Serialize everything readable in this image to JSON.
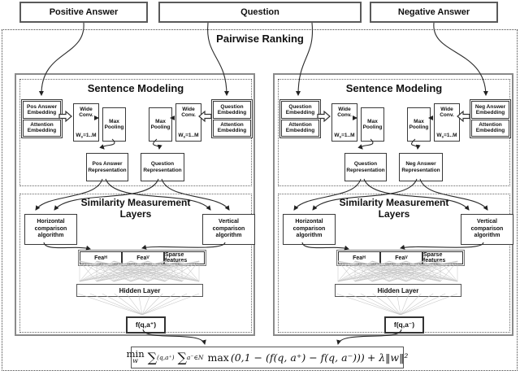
{
  "top_boxes": {
    "positive": "Positive Answer",
    "question": "Question",
    "negative": "Negative Answer"
  },
  "container": {
    "title": "Pairwise Ranking"
  },
  "panels": [
    {
      "sm_title": "Sentence Modeling",
      "stack_left": {
        "top": "Pos Answer Embedding",
        "bottom": "Attention Embedding"
      },
      "stack_right": {
        "top": "Question Embedding",
        "bottom": "Attention Embedding"
      },
      "conv": {
        "label": "Wide Conv.",
        "w": "W",
        "w_sub": "s",
        "w_rest": "=1..M"
      },
      "pool": "Max Pooling",
      "rep_left": "Pos Answer Representation",
      "rep_right": "Question Representation",
      "sim_title_line1": "Similarity Measurement",
      "sim_title_line2": "Layers",
      "horizontal": "Horizontal comparison algorithm",
      "vertical": "Vertical comparison algorithm",
      "fea_h_base": "Fea",
      "fea_h_sub": "H",
      "fea_v_base": "Fea",
      "fea_v_sub": "V",
      "sparse": "Sparse features",
      "hidden": "Hidden Layer",
      "score": "f(q,a⁺)"
    },
    {
      "sm_title": "Sentence Modeling",
      "stack_left": {
        "top": "Question Embedding",
        "bottom": "Attention Embedding"
      },
      "stack_right": {
        "top": "Neg Answer Embedding",
        "bottom": "Attention Embedding"
      },
      "conv": {
        "label": "Wide Conv.",
        "w": "W",
        "w_sub": "s",
        "w_rest": "=1..M"
      },
      "pool": "Max Pooling",
      "rep_left": "Question Representation",
      "rep_right": "Neg Answer Representation",
      "sim_title_line1": "Similarity Measurement",
      "sim_title_line2": "Layers",
      "horizontal": "Horizontal comparison algorithm",
      "vertical": "Vertical comparison algorithm",
      "fea_h_base": "Fea",
      "fea_h_sub": "H",
      "fea_v_base": "Fea",
      "fea_v_sub": "V",
      "sparse": "Sparse features",
      "hidden": "Hidden Layer",
      "score": "f(q,a⁻)"
    }
  ],
  "objective": {
    "min": "min",
    "min_sub": "w",
    "sum_symbol": "∑",
    "sum1_sub": "(q,a⁺)",
    "sum2_sub": "a⁻∈N",
    "max_label": "max",
    "max_args": "(0,1 − (f(q, a⁺) − f(q, a⁻)))",
    "tail": "+ λ‖w‖²"
  },
  "colors": {
    "box_border": "#3a3a3a",
    "panel_border": "#8a8a8a",
    "arrow": "#2b2b2b",
    "mesh_line": "#c7c7c7",
    "background": "#ffffff"
  }
}
